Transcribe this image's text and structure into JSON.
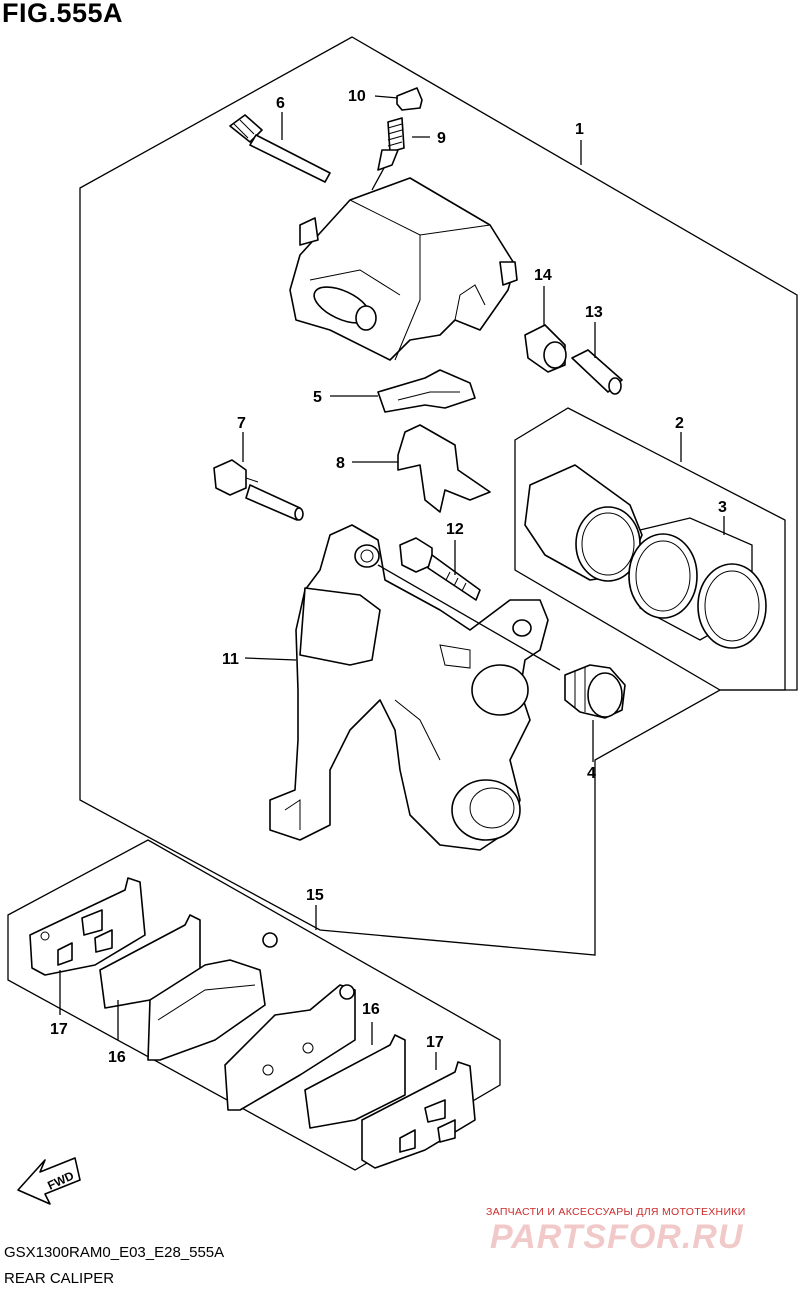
{
  "figure": {
    "title": "FIG.555A",
    "code": "GSX1300RAM0_E03_E28_555A",
    "caption": "REAR CALIPER",
    "fwd_label": "FWD"
  },
  "watermark": {
    "top_text": "ЗАПЧАСТИ И АКСЕССУАРЫ ДЛЯ МОТОТЕХНИКИ",
    "logo_text": "PARTSFOR.RU",
    "color": "#cc2b2b"
  },
  "callouts": {
    "c1": "1",
    "c2": "2",
    "c3": "3",
    "c4": "4",
    "c5": "5",
    "c6": "6",
    "c7": "7",
    "c8": "8",
    "c9": "9",
    "c10": "10",
    "c11": "11",
    "c12": "12",
    "c13": "13",
    "c14": "14",
    "c15": "15",
    "c16a": "16",
    "c16b": "16",
    "c17a": "17",
    "c17b": "17"
  }
}
